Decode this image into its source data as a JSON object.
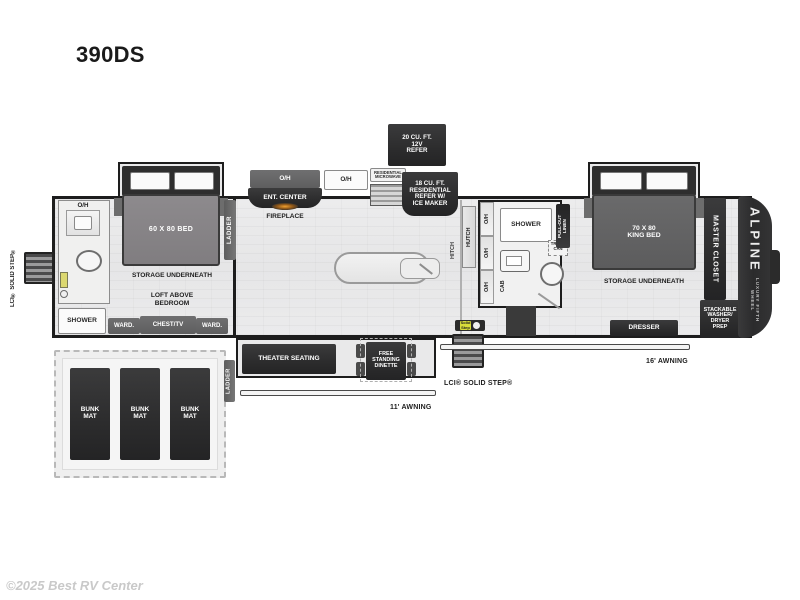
{
  "page": {
    "model_title": "390DS",
    "footer": "©2025 Best RV Center",
    "brand": "ALPINE",
    "brand_sub": "LUXURY FIFTH WHEEL"
  },
  "exterior": {
    "left_step_label": "LCI® SOLID STEP®",
    "main_step_label": "LCI® SOLID STEP®",
    "awning_front": "11' AWNING",
    "awning_rear": "16' AWNING",
    "hitch": "HITCH"
  },
  "front_bedroom": {
    "bed": "60 X 80 BED",
    "storage": "STORAGE UNDERNEATH",
    "loft": "LOFT ABOVE\nBEDROOM",
    "overhead": "O/H",
    "shower": "SHOWER",
    "wardrobe_left": "WARD.",
    "chest_tv": "CHEST/TV",
    "wardrobe_right": "WARD.",
    "ladder": "LADDER"
  },
  "bunk_area": {
    "ladder": "LADDER",
    "mats": [
      "BUNK\nMAT",
      "BUNK\nMAT",
      "BUNK\nMAT"
    ]
  },
  "living": {
    "overhead_left": "O/H",
    "ent_center": "ENT. CENTER",
    "fireplace": "FIREPLACE",
    "theater_seating": "THEATER SEATING",
    "dinette": "FREE\nSTANDING\nDINETTE"
  },
  "kitchen": {
    "overhead": "O/H",
    "microwave": "RESIDENTIAL\nMICROWAVE",
    "refer_option_1": "20 CU. FT.\n12V\nREFER",
    "refer_option_2": "18 CU. FT.\nRESIDENTIAL\nREFER W/\nICE MAKER",
    "hutch": "HUTCH"
  },
  "bathroom": {
    "shower": "SHOWER",
    "overhead_1": "O/H",
    "overhead_2": "O/H",
    "overhead_3": "O/H",
    "cab": "CAB",
    "trash_can": "TRASH\nCAN",
    "pull_out_linen": "PULL-OUT\nLINEN"
  },
  "master_bedroom": {
    "bed": "70 X 80\nKING BED",
    "storage": "STORAGE UNDERNEATH",
    "dresser": "DRESSER",
    "master_closet": "MASTER CLOSET",
    "washer_dryer": "STACKABLE\nWASHER/\nDRYER\nPREP"
  },
  "colors": {
    "wall": "#1d1d1d",
    "floor": "#e9e9ea",
    "dark_block": "#2c2c2d",
    "bed_gray": "#857f85",
    "accent_yellow": "#d8dc3a"
  }
}
